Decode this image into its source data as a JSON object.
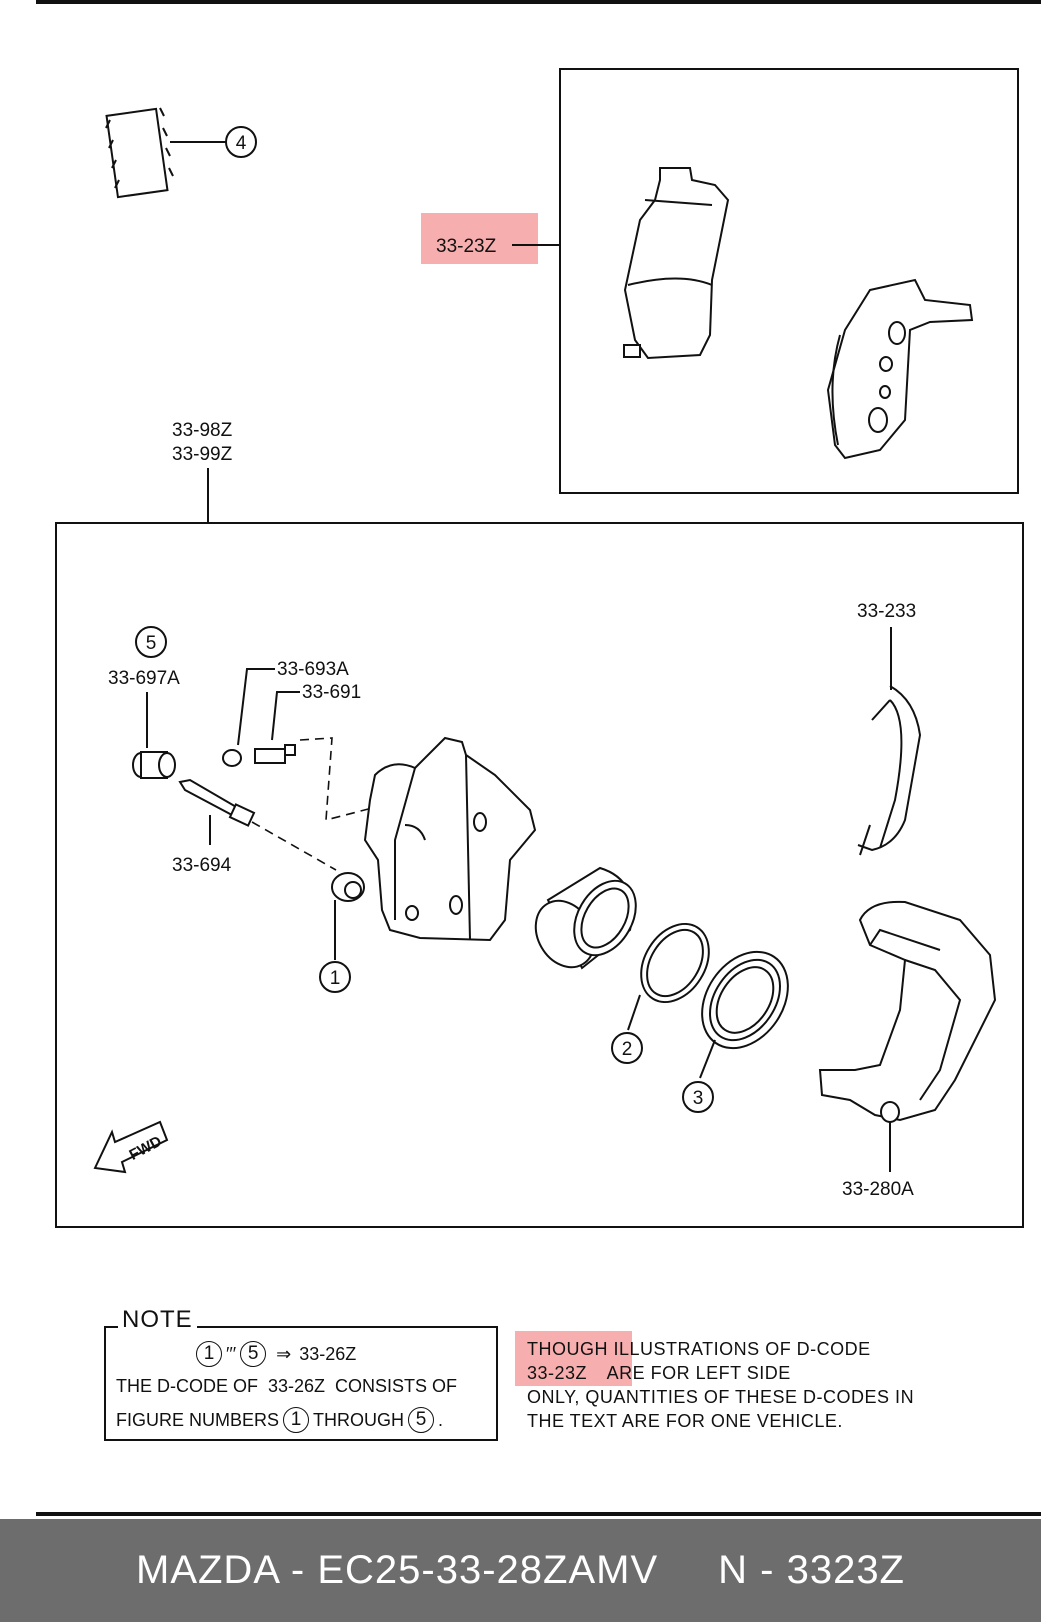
{
  "labels": {
    "pad_code": "33-23Z",
    "caliper_code_1": "33-98Z",
    "caliper_code_2": "33-99Z",
    "shim_callout": "4",
    "boot_callout": "5",
    "guide_bushing": "33-697A",
    "bleeder_cap": "33-693A",
    "bleeder_screw": "33-691",
    "guide_pin": "33-694",
    "dust_boot_callout": "1",
    "piston_seal_callout": "2",
    "piston_boot_callout": "3",
    "spring": "33-233",
    "bracket": "33-280A",
    "fwd": "FWD"
  },
  "note": {
    "title": "NOTE",
    "range_start": "1",
    "range_sep": "′′′",
    "range_end": "5",
    "arrow": "⇒",
    "kit": "33-26Z",
    "line2_a": "THE D-CODE OF",
    "line2_code": "33-26Z",
    "line2_b": "CONSISTS OF",
    "line3_a": "FIGURE NUMBERS",
    "line3_start": "1",
    "line3_b": "THROUGH",
    "line3_end": "5",
    "line3_c": "."
  },
  "side_note": {
    "line1": "THOUGH ILLUSTRATIONS OF D-CODE",
    "line2_code": "33-23Z",
    "line2_rest": "ARE FOR LEFT SIDE",
    "line3": "ONLY, QUANTITIES OF THESE D-CODES IN",
    "line4": "THE TEXT ARE FOR ONE VEHICLE."
  },
  "footer": {
    "brand_part": "MAZDA - EC25-33-28ZAMV",
    "code": "N - 3323Z"
  },
  "colors": {
    "highlight": "#f06b6b",
    "footer_bg": "#6d6d6d",
    "footer_text": "#ffffff"
  }
}
